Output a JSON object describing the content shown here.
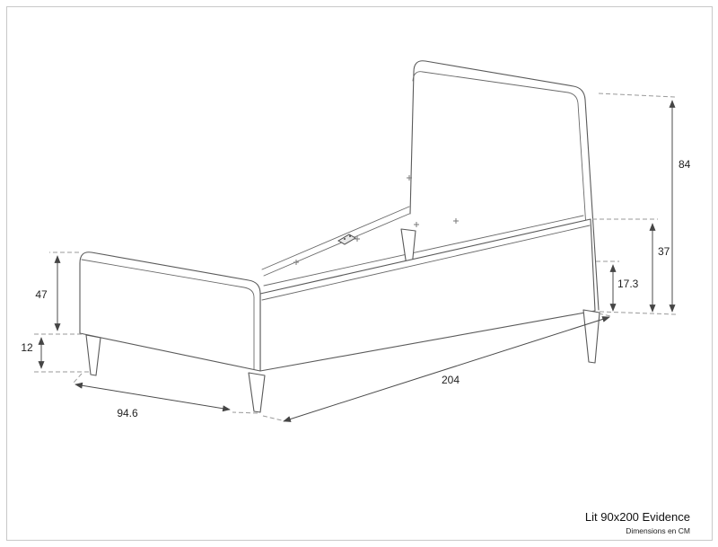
{
  "page": {
    "background": "#ffffff",
    "border_color": "#c8c8c8",
    "drawing_line_color": "#5a5a5a",
    "dimension_line_color": "#4b4b4b",
    "extension_dash_color": "#9a9a9a"
  },
  "title_block": {
    "title": "Lit 90x200 Evidence",
    "subtitle": "Dimensions en CM"
  },
  "drawing": {
    "dimensions": {
      "headboard_height": "84",
      "rail_top_height": "37",
      "rail_bottom_height": "17.3",
      "footboard_height": "47",
      "leg_height": "12",
      "bed_length": "204",
      "bed_width": "94.6"
    }
  }
}
